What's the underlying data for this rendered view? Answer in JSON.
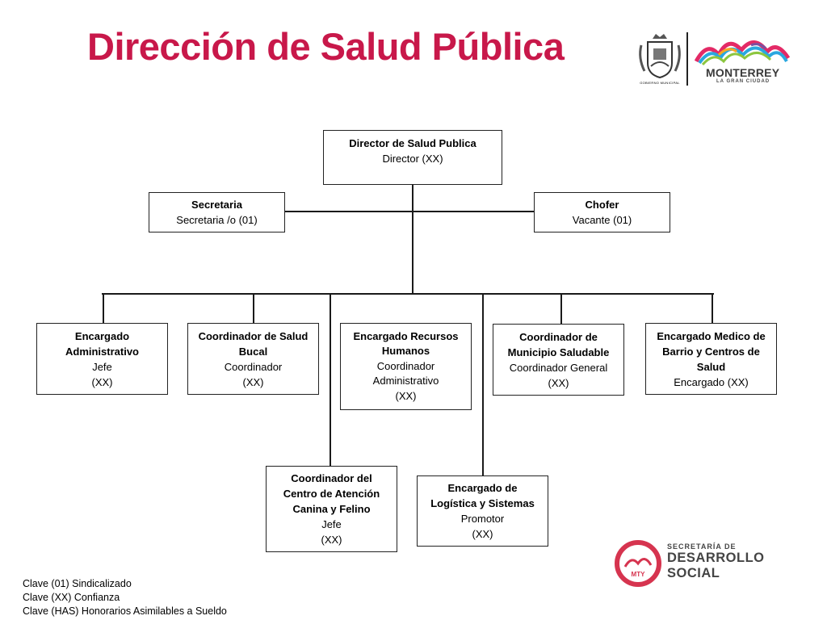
{
  "page_title": "Dirección de Salud Pública",
  "logos": {
    "escudo_caption": "GOBIERNO MUNICIPAL",
    "city_name": "MONTERREY",
    "city_tagline": "LA GRAN CIUDAD",
    "department_line1": "SECRETARÍA DE",
    "department_line2": "DESARROLLO",
    "department_line3": "SOCIAL",
    "department_badge": "MTY"
  },
  "colors": {
    "title": "#c8184a",
    "department_ring": "#d6344f",
    "lines": "#1a1a1a"
  },
  "org": {
    "director": {
      "name": "Director de Salud Publica",
      "lines": [
        "Director  (XX)"
      ]
    },
    "secretaria": {
      "name": "Secretaria",
      "lines": [
        "Secretaria /o (01)"
      ]
    },
    "chofer": {
      "name": "Chofer",
      "lines": [
        "Vacante (01)"
      ]
    },
    "administrativo": {
      "name_lines": [
        "Encargado",
        "Administrativo"
      ],
      "lines": [
        "Jefe",
        "(XX)"
      ]
    },
    "salud_bucal": {
      "name_lines": [
        "Coordinador de Salud",
        "Bucal"
      ],
      "lines": [
        "Coordinador",
        "(XX)"
      ]
    },
    "recursos_humanos": {
      "name_lines": [
        "Encargado Recursos",
        "Humanos"
      ],
      "lines": [
        "Coordinador",
        "Administrativo",
        "(XX)"
      ]
    },
    "municipio_saludable": {
      "name_lines": [
        "Coordinador de",
        "Municipio Saludable"
      ],
      "lines": [
        "Coordinador General",
        "(XX)"
      ]
    },
    "medico_barrio": {
      "name_lines": [
        "Encargado Medico de",
        "Barrio y Centros de",
        "Salud"
      ],
      "lines": [
        "Encargado (XX)"
      ]
    },
    "atencion_canina": {
      "name_lines": [
        "Coordinador del",
        "Centro de Atención",
        "Canina y Felino"
      ],
      "lines": [
        "Jefe",
        "(XX)"
      ]
    },
    "logistica": {
      "name_lines": [
        "Encargado de",
        "Logística y Sistemas"
      ],
      "lines": [
        "Promotor",
        "(XX)"
      ]
    }
  },
  "legend": [
    "Clave (01) Sindicalizado",
    "Clave (XX) Confianza",
    "Clave (HAS) Honorarios Asimilables a  Sueldo"
  ]
}
